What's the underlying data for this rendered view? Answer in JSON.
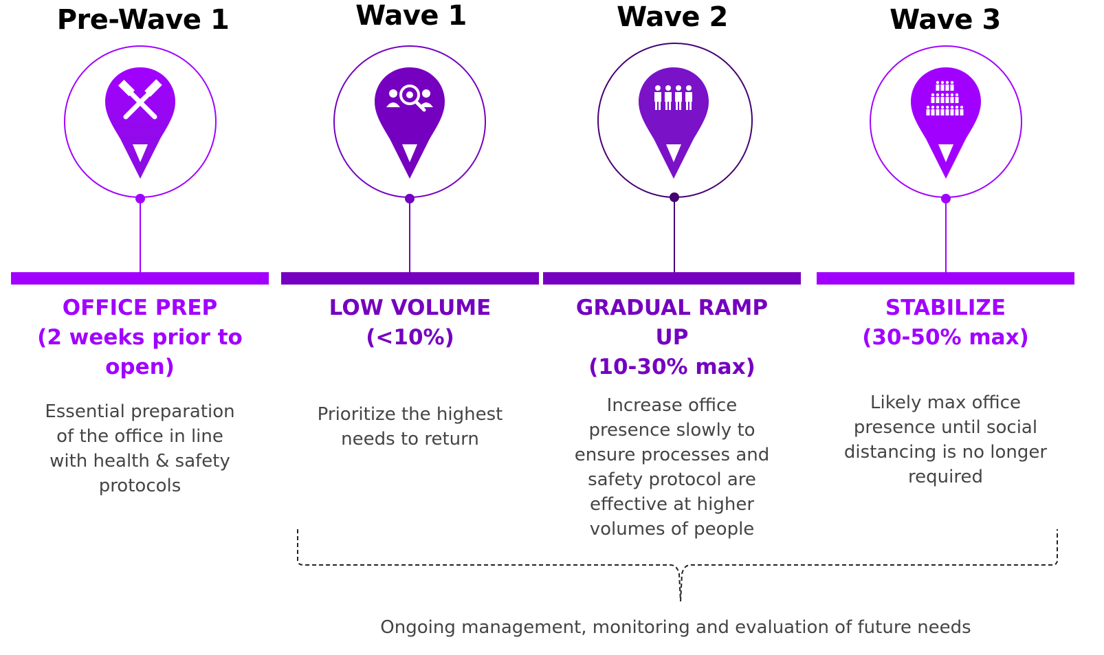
{
  "phases": [
    {
      "wave": "Pre-Wave 1",
      "icon": "hammer-icon",
      "title_lines": [
        "OFFICE PREP",
        "(2 weeks prior to",
        "open)"
      ],
      "description": [
        "Essential preparation",
        "of the office in line",
        "with health & safety",
        "protocols"
      ],
      "color": "#a100ff"
    },
    {
      "wave": "Wave 1",
      "icon": "search-people-icon",
      "title_lines": [
        "LOW VOLUME",
        "(<10%)"
      ],
      "description": [
        "Prioritize the highest",
        "needs to return"
      ],
      "color": "#7500c0"
    },
    {
      "wave": "Wave 2",
      "icon": "people-group-icon",
      "title_lines": [
        "GRADUAL RAMP",
        "UP",
        "(10-30% max)"
      ],
      "description": [
        "Increase office",
        "presence slowly to",
        "ensure processes and",
        "safety protocol are",
        "effective at higher",
        "volumes of people"
      ],
      "color": "#460073"
    },
    {
      "wave": "Wave 3",
      "icon": "crowd-icon",
      "title_lines": [
        "STABILIZE",
        "(30-50% max)"
      ],
      "description": [
        "Likely max office",
        "presence until social",
        "distancing is no longer",
        "required"
      ],
      "color": "#a100ff"
    }
  ],
  "footer": "Ongoing management, monitoring and evaluation of future needs",
  "colors": {
    "purple": "#a100ff",
    "mid_purple": "#7500c0",
    "dark_purple": "#460073",
    "text_gray": "#444444"
  }
}
